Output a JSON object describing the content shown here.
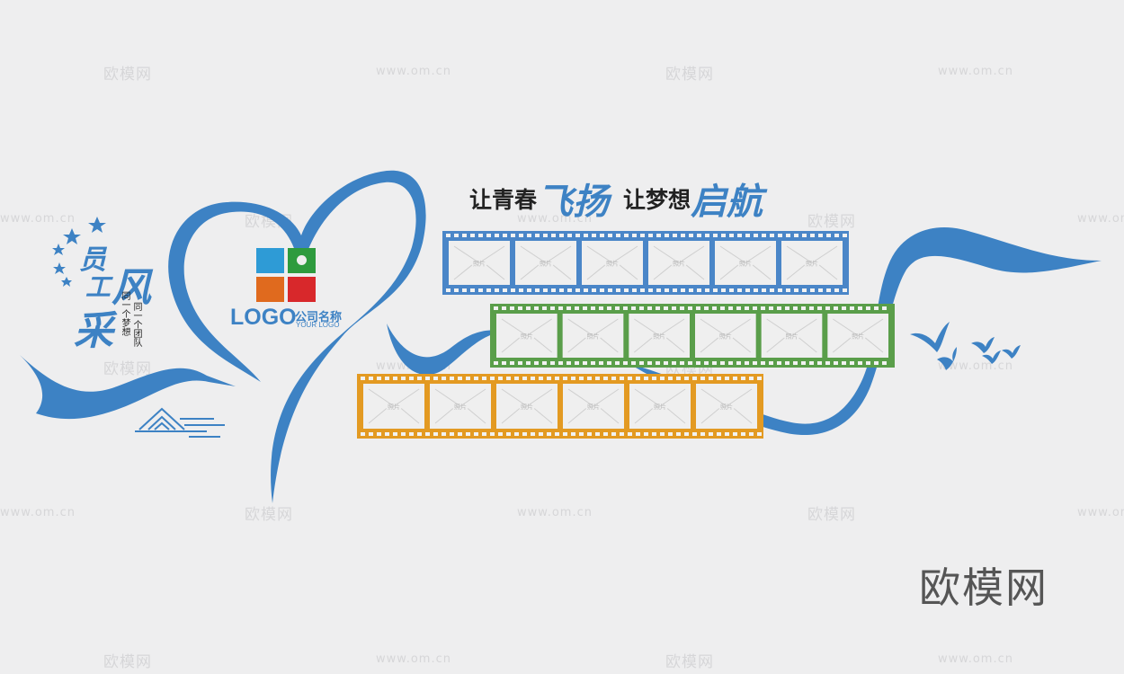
{
  "watermarks": {
    "site_cn": "欧模网",
    "site_url": "www.om.cn"
  },
  "slogan": {
    "part1": "让青春",
    "accent1": "飞扬",
    "part2": "让梦想",
    "accent2": "启航"
  },
  "title": {
    "char1": "员",
    "char2": "工",
    "char3": "风",
    "char4": "采",
    "line1": "同一个团队",
    "line2": "同一个梦想"
  },
  "logo": {
    "text": "LOGO",
    "company_name": "公司名称",
    "company_en": "YOUR LOGO",
    "tile_colors": [
      "#2e9bd6",
      "#2e9b3e",
      "#e06a1e",
      "#d8282b"
    ]
  },
  "film_strips": [
    {
      "color": "#4a86c8",
      "slots": [
        "照片",
        "照片",
        "照片",
        "照片",
        "照片",
        "照片"
      ]
    },
    {
      "color": "#5a9e4a",
      "slots": [
        "照片",
        "照片",
        "照片",
        "照片",
        "照片",
        "照片"
      ]
    },
    {
      "color": "#e39a22",
      "slots": [
        "照片",
        "照片",
        "照片",
        "照片",
        "照片",
        "照片"
      ]
    }
  ],
  "colors": {
    "ribbon": "#3d82c4",
    "background": "#eeeeef"
  },
  "corner_brand": "欧模网"
}
